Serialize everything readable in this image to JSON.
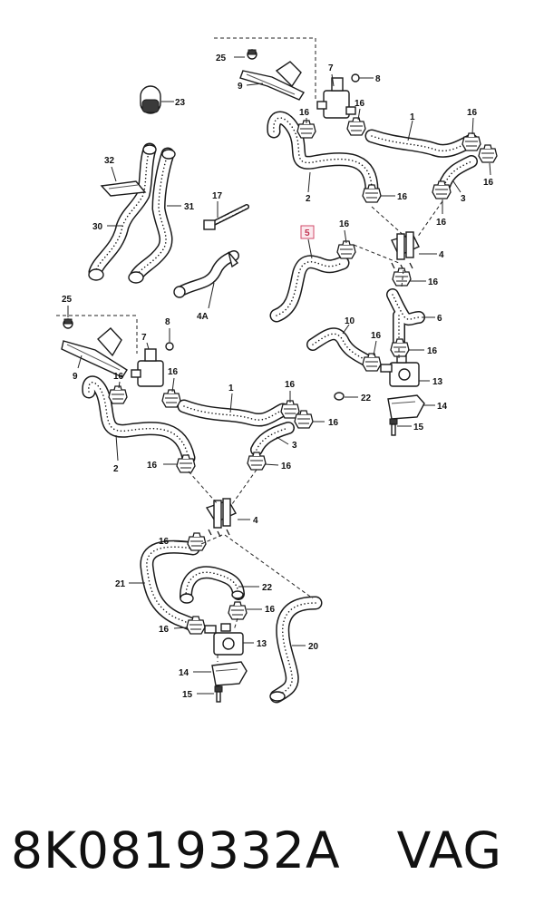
{
  "callouts": {
    "c1": "1",
    "c2": "2",
    "c3": "3",
    "c4": "4",
    "c4a": "4A",
    "c5": "5",
    "c6": "6",
    "c7": "7",
    "c8": "8",
    "c9": "9",
    "c10": "10",
    "c13": "13",
    "c14": "14",
    "c15": "15",
    "c16": "16",
    "c17": "17",
    "c20": "20",
    "c21": "21",
    "c22": "22",
    "c23": "23",
    "c25": "25",
    "c30": "30",
    "c31": "31",
    "c32": "32"
  },
  "highlight_label": "5",
  "footer": {
    "part_number": "8K0819332A",
    "brand": "VAG"
  }
}
